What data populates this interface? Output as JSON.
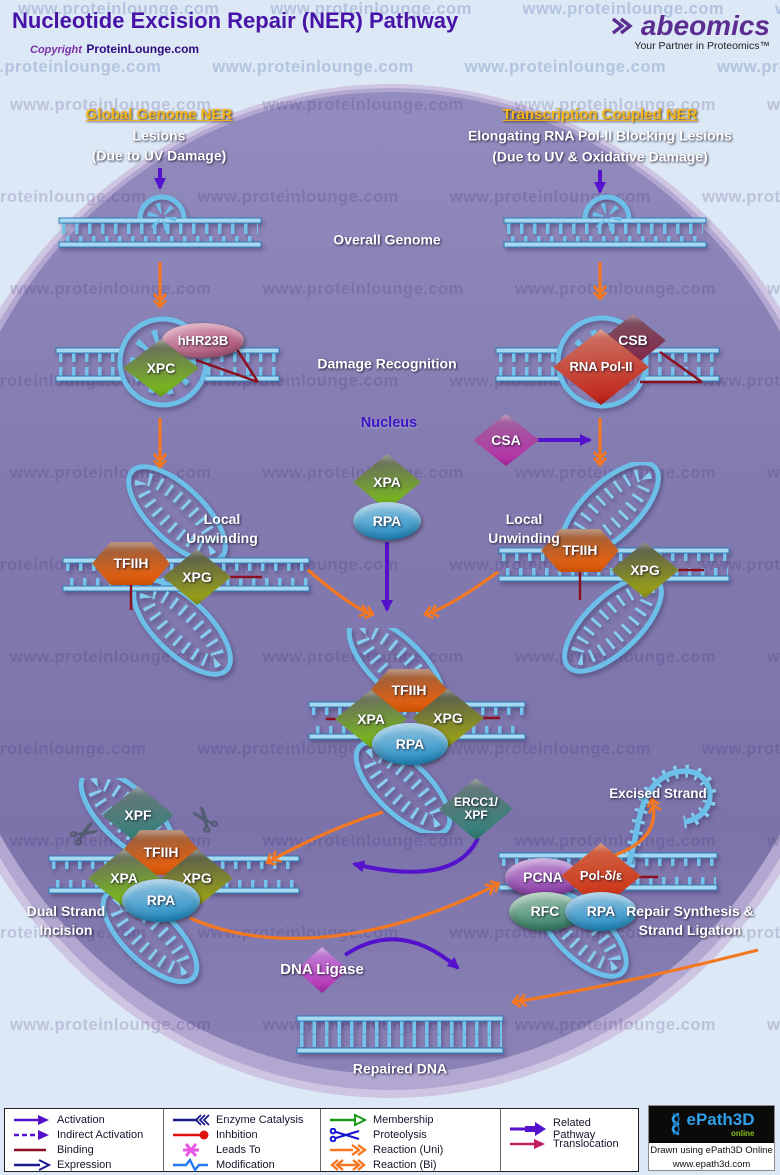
{
  "watermark_row": "www.proteinlounge.com          www.proteinlounge.com          www.proteinlounge.com          www.proteinlounge.com",
  "header": {
    "title": "Nucleotide Excision Repair (NER) Pathway",
    "copyright_prefix": "Copyright",
    "copyright_site": "ProteinLounge.com",
    "brand_name": "abeomics",
    "brand_tagline": "Your Partner in Proteomics™"
  },
  "branches": {
    "left": {
      "title": "Global Genome NER",
      "line1": "Lesions",
      "line2": "(Due to UV Damage)"
    },
    "right": {
      "title": "Transcription Coupled NER",
      "line1": "Elongating RNA Pol-II Blocking Lesions",
      "line2": "(Due to UV & Oxidative Damage)"
    }
  },
  "stage_labels": {
    "overall_genome": "Overall Genome",
    "damage_recognition": "Damage Recognition",
    "nucleus": "Nucleus",
    "local": "Local",
    "unwinding": "Unwinding",
    "excised_strand": "Excised Strand",
    "dual_strand": "Dual Strand",
    "incision": "Incision",
    "repair_synthesis": "Repair Synthesis &",
    "strand_ligation": "Strand Ligation",
    "repaired_dna": "Repaired DNA"
  },
  "nodes": {
    "hhr23b": "hHR23B",
    "xpc": "XPC",
    "csb": "CSB",
    "rna_pol2": "RNA Pol-II",
    "csa": "CSA",
    "xpa": "XPA",
    "rpa": "RPA",
    "tfiih": "TFIIH",
    "xpg": "XPG",
    "ercc1_line1": "ERCC1/",
    "ercc1_line2": "XPF",
    "xpf": "XPF",
    "pcna": "PCNA",
    "pol_delta_epsilon": "Pol-δ/ε",
    "rfc": "RFC",
    "dna_ligase": "DNA Ligase"
  },
  "legend": {
    "items": [
      {
        "icon": "activation-icon",
        "label": "Activation"
      },
      {
        "icon": "indirect-activation-icon",
        "label": "Indirect Activation"
      },
      {
        "icon": "binding-icon",
        "label": "Binding"
      },
      {
        "icon": "expression-icon",
        "label": "Expression"
      },
      {
        "icon": "enzyme-catalysis-icon",
        "label": "Enzyme Catalysis"
      },
      {
        "icon": "inhibition-icon",
        "label": "Inhbition"
      },
      {
        "icon": "leads-to-icon",
        "label": "Leads To"
      },
      {
        "icon": "modification-icon",
        "label": "Modification"
      },
      {
        "icon": "membership-icon",
        "label": "Membership"
      },
      {
        "icon": "proteolysis-icon",
        "label": "Proteolysis"
      },
      {
        "icon": "reaction-uni-icon",
        "label": "Reaction (Uni)"
      },
      {
        "icon": "reaction-bi-icon",
        "label": "Reaction (Bi)"
      },
      {
        "icon": "related-pathway-icon",
        "label": "Related Pathway"
      },
      {
        "icon": "translocation-icon",
        "label": "Translocation"
      }
    ]
  },
  "credits": {
    "brand": "ePath3D",
    "online": "online",
    "line1": "Drawn using ePath3D Online",
    "line2": "www.epath3d.com"
  },
  "colors": {
    "activation_purple": "#5512cc",
    "reaction_orange": "#f57820",
    "binding_red": "#8a1020",
    "dna_blue": "#6cbfe9",
    "nucleus_purple": "#8078b0"
  }
}
